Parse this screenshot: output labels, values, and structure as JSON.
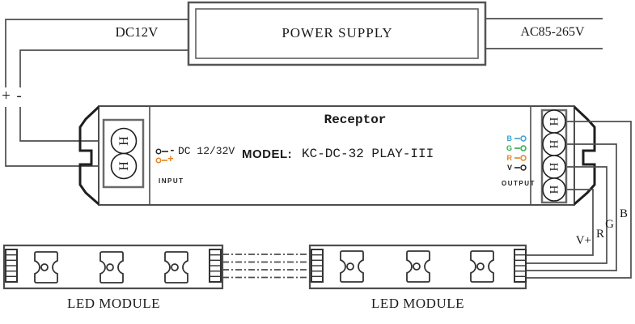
{
  "power_supply": {
    "label": "POWER SUPPLY",
    "dc_output_label": "DC12V",
    "ac_input_label": "AC85-265V",
    "dc_plus": "+",
    "dc_minus": "-"
  },
  "receptor": {
    "title": "Receptor",
    "model_label": "MODEL:",
    "model_value": "KC-DC-32 PLAY-III",
    "input_voltage": "DC 12/32V",
    "input_label": "INPUT",
    "output_label": "OUTPUT",
    "screw_label": "H",
    "input_minus": "-",
    "input_plus": "+",
    "output_channels": [
      {
        "label": "B",
        "color": "#3E9FD0"
      },
      {
        "label": "G",
        "color": "#2FA84F"
      },
      {
        "label": "R",
        "color": "#E8821C"
      },
      {
        "label": "V",
        "color": "#222222"
      }
    ]
  },
  "wire_labels": {
    "v_plus": "V+",
    "red": "R",
    "green": "G",
    "blue": "B"
  },
  "led_modules": [
    {
      "label": "LED MODULE"
    },
    {
      "label": "LED MODULE"
    }
  ],
  "colors": {
    "line": "#4d4d4d",
    "outline_dark": "#1f1f1f",
    "orange": "#E8821C",
    "blue": "#3E9FD0",
    "green": "#2FA84F",
    "black": "#222222"
  }
}
